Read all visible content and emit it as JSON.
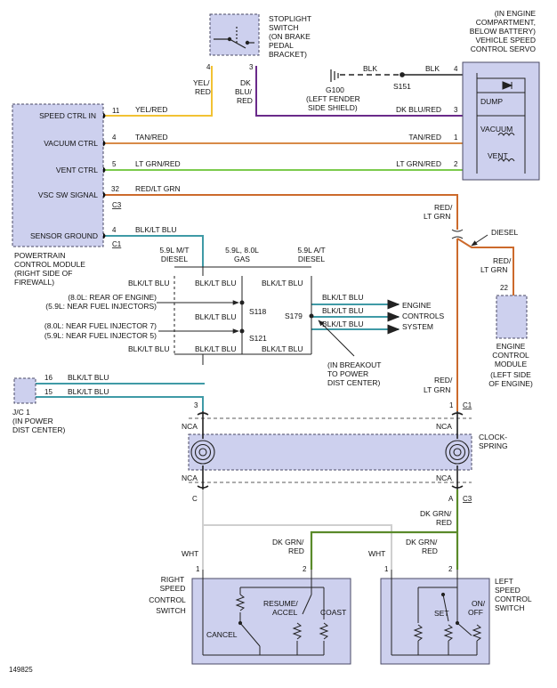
{
  "doc_id": "149825",
  "pcm": {
    "pins": [
      {
        "label": "SPEED CTRL IN",
        "pin": "11",
        "wire": "YEL/RED"
      },
      {
        "label": "VACUUM CTRL",
        "pin": "4",
        "wire": "TAN/RED"
      },
      {
        "label": "VENT CTRL",
        "pin": "5",
        "wire": "LT GRN/RED"
      },
      {
        "label": "VSC SW SIGNAL",
        "pin": "32",
        "wire": "RED/LT GRN"
      },
      {
        "label": "SENSOR GROUND",
        "pin": "4",
        "wire": "BLK/LT BLU"
      }
    ],
    "conn_c3": "C3",
    "conn_c1": "C1",
    "desc": [
      "POWERTRAIN",
      "CONTROL MODULE",
      "(RIGHT SIDE OF",
      "FIREWALL)"
    ]
  },
  "stoplight": {
    "desc": [
      "STOPLIGHT",
      "SWITCH",
      "(ON BRAKE",
      "PEDAL",
      "BRACKET)"
    ],
    "pin_left": "4",
    "pin_right": "3",
    "wire_left": [
      "YEL/",
      "RED"
    ],
    "wire_right": [
      "DK",
      "BLU/",
      "RED"
    ]
  },
  "ground": {
    "id": "G100",
    "desc": [
      "(LEFT FENDER",
      "SIDE SHIELD)"
    ],
    "splice": "S151",
    "wire_dashed": "BLK",
    "wire": "BLK"
  },
  "servo": {
    "desc": [
      "(IN ENGINE",
      "COMPARTMENT,",
      "BELOW BATTERY)",
      "VEHICLE SPEED",
      "CONTROL SERVO"
    ],
    "items": [
      "DUMP",
      "VACUUM",
      "VENT"
    ],
    "pins": [
      "4",
      "3",
      "1",
      "2"
    ],
    "wires": [
      "DK BLU/RED",
      "TAN/RED",
      "LT GRN/RED"
    ]
  },
  "splices": {
    "header_mt": [
      "5.9L M/T",
      "DIESEL"
    ],
    "header_gas": [
      "5.9L, 8.0L",
      "GAS"
    ],
    "header_at": [
      "5.9L A/T",
      "DIESEL"
    ],
    "wire": "BLK/LT BLU",
    "s118": "S118",
    "s121": "S121",
    "s179": "S179",
    "s118_loc": [
      "(8.0L: REAR OF ENGINE)",
      "(5.9L: NEAR FUEL INJECTORS)"
    ],
    "s121_loc": [
      "(8.0L: NEAR FUEL INJECTOR 7)",
      "(5.9L: NEAR FUEL INJECTOR 5)"
    ],
    "s179_loc": [
      "(IN BREAKOUT",
      "TO POWER",
      "DIST CENTER)"
    ],
    "ecs": [
      "ENGINE",
      "CONTROLS",
      "SYSTEM"
    ]
  },
  "diesel": {
    "label": "DIESEL",
    "wire": [
      "RED/",
      "LT GRN"
    ],
    "pin": "22",
    "ecm": [
      "ENGINE",
      "CONTROL",
      "MODULE",
      "(LEFT SIDE",
      "OF ENGINE)"
    ],
    "wire_lower": [
      "RED/",
      "LT GRN"
    ]
  },
  "jc": {
    "desc": [
      "J/C 1",
      "(IN POWER",
      "DIST CENTER)"
    ],
    "pins": [
      "16",
      "15"
    ],
    "wire": "BLK/LT BLU"
  },
  "clockspring": {
    "label": [
      "CLOCK-",
      "SPRING"
    ],
    "nca": "NCA",
    "pin_top_l": "3",
    "pin_top_r": "1",
    "conn_top_r": "C1",
    "pin_bot_l": "C",
    "pin_bot_r": "A",
    "conn_bot_r": "C3",
    "wire_below": [
      "DK GRN/",
      "RED"
    ]
  },
  "right_switch": {
    "desc": [
      "RIGHT",
      "SPEED",
      "CONTROL",
      "SWITCH"
    ],
    "pins": [
      "1",
      "2"
    ],
    "wire_white": "WHT",
    "wire_green": [
      "DK GRN/",
      "RED"
    ],
    "items": [
      "RESUME/",
      "ACCEL",
      "COAST",
      "CANCEL"
    ]
  },
  "left_switch": {
    "desc": [
      "LEFT",
      "SPEED",
      "CONTROL",
      "SWITCH"
    ],
    "pins": [
      "1",
      "2"
    ],
    "wire_white": "WHT",
    "wire_green": [
      "DK GRN/",
      "RED"
    ],
    "items": [
      "SET",
      "ON/",
      "OFF"
    ]
  },
  "colors": {
    "yel_red": "#f2c233",
    "dk_blu_red": "#6a2a8a",
    "tan_red": "#d88a48",
    "lt_grn_red": "#7ccb4d",
    "red_lt_grn": "#cc6a2c",
    "blk_lt_blu": "#3f9aa6",
    "dk_grn_red": "#5a8a2a",
    "wht": "#cfcfcf",
    "module": "#cdd0ee"
  }
}
